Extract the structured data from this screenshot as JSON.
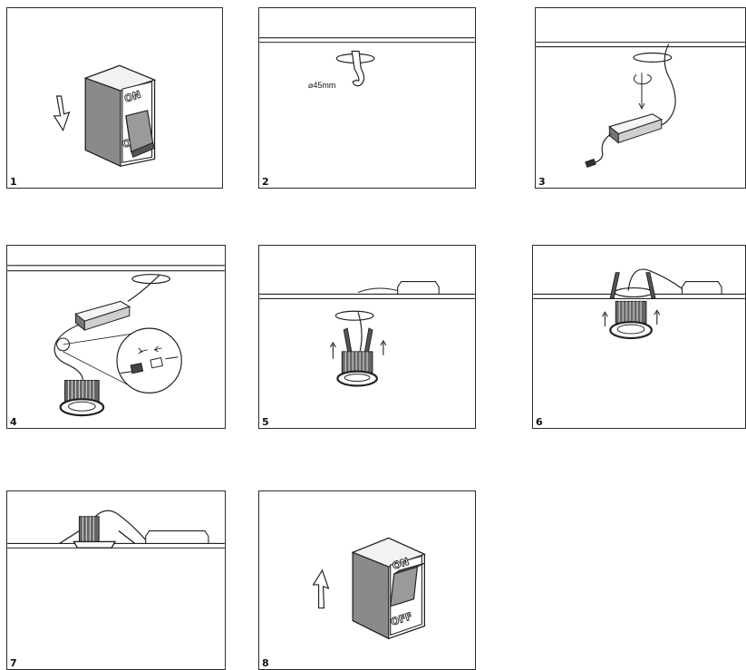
{
  "steps": [
    {
      "number": "1",
      "switch_labels": [
        "ON",
        "O"
      ]
    },
    {
      "number": "2",
      "hole_label": "⌀45mm"
    },
    {
      "number": "3"
    },
    {
      "number": "4"
    },
    {
      "number": "5"
    },
    {
      "number": "6"
    },
    {
      "number": "7"
    },
    {
      "number": "8",
      "switch_labels": [
        "ON",
        "OFF"
      ]
    }
  ],
  "colors": {
    "line": "#2b2b2b",
    "shade": "#8a8a8a",
    "dark": "#222222"
  }
}
